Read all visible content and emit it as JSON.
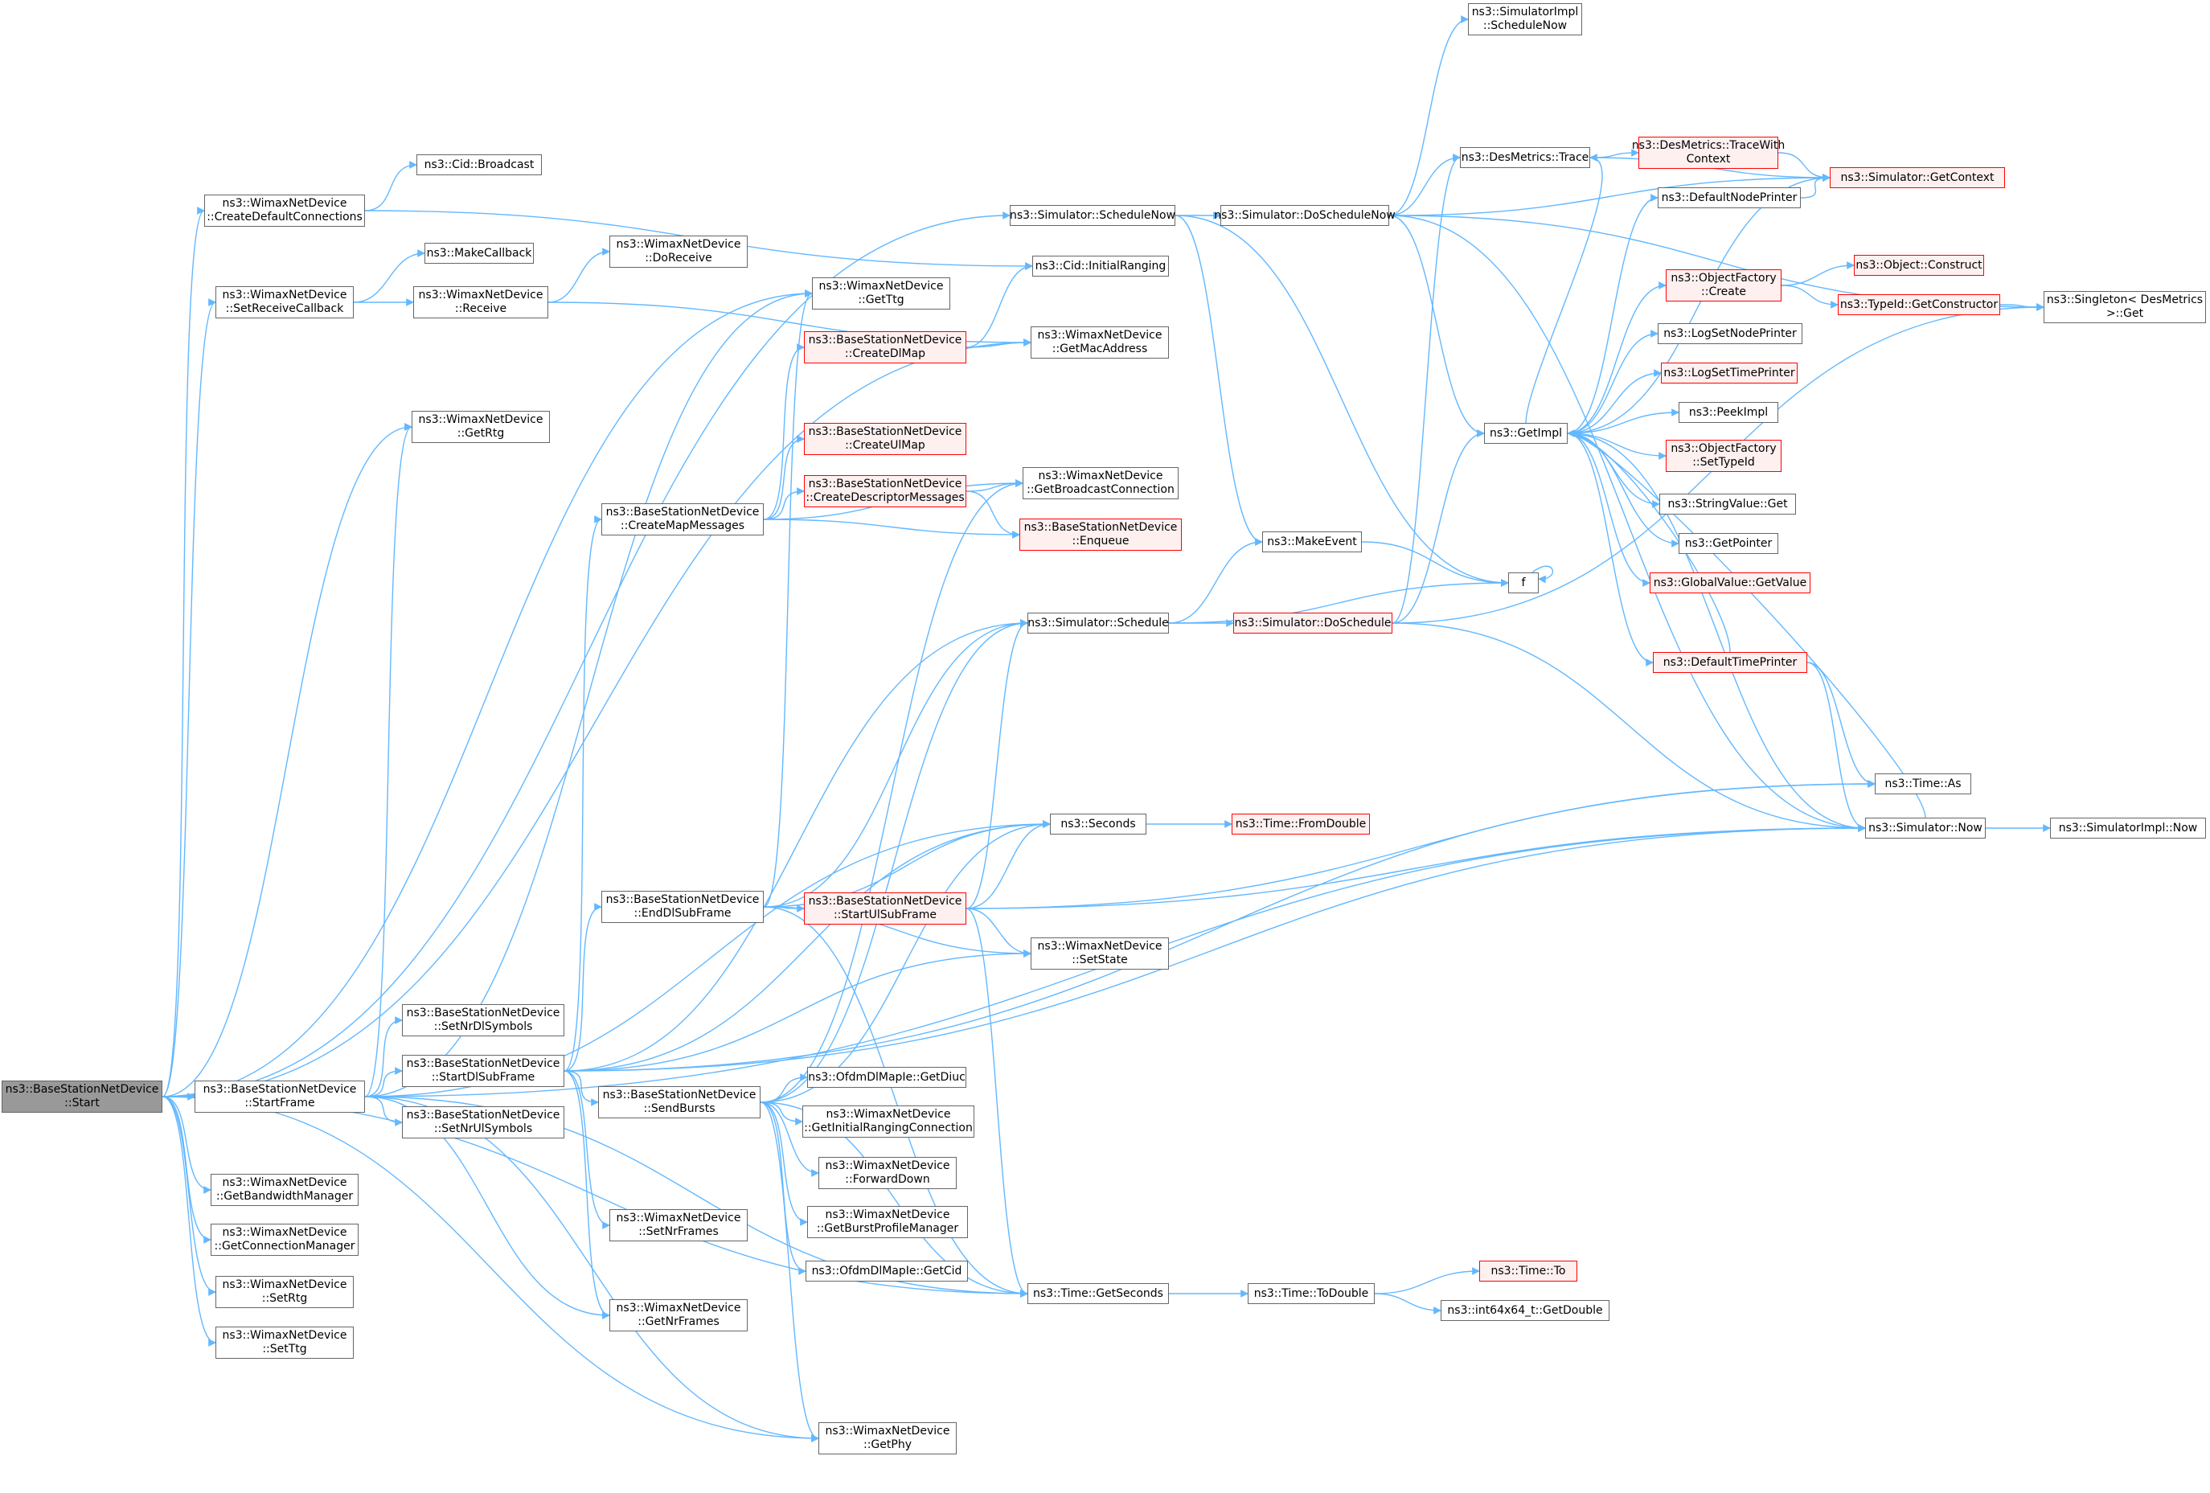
{
  "colors": {
    "edge": "#63b8ff",
    "border": "#666666",
    "red_border": "#ff0000",
    "red_fill": "#fff0f0",
    "root_fill": "#999999"
  },
  "nodes": [
    {
      "id": "start",
      "lines": [
        "ns3::BaseStationNetDevice",
        "::Start"
      ],
      "style": "root"
    },
    {
      "id": "startframe",
      "lines": [
        "ns3::BaseStationNetDevice",
        "::StartFrame"
      ],
      "style": "normal"
    },
    {
      "id": "createdefconn",
      "lines": [
        "ns3::WimaxNetDevice",
        "::CreateDefaultConnections"
      ],
      "style": "normal"
    },
    {
      "id": "setrecvcb",
      "lines": [
        "ns3::WimaxNetDevice",
        "::SetReceiveCallback"
      ],
      "style": "normal"
    },
    {
      "id": "getbwm",
      "lines": [
        "ns3::WimaxNetDevice",
        "::GetBandwidthManager"
      ],
      "style": "normal"
    },
    {
      "id": "getconnm",
      "lines": [
        "ns3::WimaxNetDevice",
        "::GetConnectionManager"
      ],
      "style": "normal"
    },
    {
      "id": "setrtg",
      "lines": [
        "ns3::WimaxNetDevice",
        "::SetRtg"
      ],
      "style": "normal"
    },
    {
      "id": "setttg",
      "lines": [
        "ns3::WimaxNetDevice",
        "::SetTtg"
      ],
      "style": "normal"
    },
    {
      "id": "cidbroadcast",
      "lines": [
        "ns3::Cid::Broadcast"
      ],
      "style": "normal"
    },
    {
      "id": "makecallback",
      "lines": [
        "ns3::MakeCallback"
      ],
      "style": "normal"
    },
    {
      "id": "receive",
      "lines": [
        "ns3::WimaxNetDevice",
        "::Receive"
      ],
      "style": "normal"
    },
    {
      "id": "doreceive",
      "lines": [
        "ns3::WimaxNetDevice",
        "::DoReceive"
      ],
      "style": "normal"
    },
    {
      "id": "getrtg",
      "lines": [
        "ns3::WimaxNetDevice",
        "::GetRtg"
      ],
      "style": "normal"
    },
    {
      "id": "createmapmsgs",
      "lines": [
        "ns3::BaseStationNetDevice",
        "::CreateMapMessages"
      ],
      "style": "normal"
    },
    {
      "id": "enddlsubframe",
      "lines": [
        "ns3::BaseStationNetDevice",
        "::EndDlSubFrame"
      ],
      "style": "normal"
    },
    {
      "id": "setnrdlsym",
      "lines": [
        "ns3::BaseStationNetDevice",
        "::SetNrDlSymbols"
      ],
      "style": "normal"
    },
    {
      "id": "startdlsubframe",
      "lines": [
        "ns3::BaseStationNetDevice",
        "::StartDlSubFrame"
      ],
      "style": "normal"
    },
    {
      "id": "setnrulsym",
      "lines": [
        "ns3::BaseStationNetDevice",
        "::SetNrUlSymbols"
      ],
      "style": "normal"
    },
    {
      "id": "sendbursts",
      "lines": [
        "ns3::BaseStationNetDevice",
        "::SendBursts"
      ],
      "style": "normal"
    },
    {
      "id": "setnrframes",
      "lines": [
        "ns3::WimaxNetDevice",
        "::SetNrFrames"
      ],
      "style": "normal"
    },
    {
      "id": "getnrframes",
      "lines": [
        "ns3::WimaxNetDevice",
        "::GetNrFrames"
      ],
      "style": "normal"
    },
    {
      "id": "getttg",
      "lines": [
        "ns3::WimaxNetDevice",
        "::GetTtg"
      ],
      "style": "normal"
    },
    {
      "id": "createdlmap",
      "lines": [
        "ns3::BaseStationNetDevice",
        "::CreateDlMap"
      ],
      "style": "red"
    },
    {
      "id": "createulmap",
      "lines": [
        "ns3::BaseStationNetDevice",
        "::CreateUlMap"
      ],
      "style": "red"
    },
    {
      "id": "createdescmsgs",
      "lines": [
        "ns3::BaseStationNetDevice",
        "::CreateDescriptorMessages"
      ],
      "style": "red"
    },
    {
      "id": "startulsubframe",
      "lines": [
        "ns3::BaseStationNetDevice",
        "::StartUlSubFrame"
      ],
      "style": "red"
    },
    {
      "id": "getdiuc",
      "lines": [
        "ns3::OfdmDlMapIe::GetDiuc"
      ],
      "style": "normal"
    },
    {
      "id": "getinitrangconn",
      "lines": [
        "ns3::WimaxNetDevice",
        "::GetInitialRangingConnection"
      ],
      "style": "normal"
    },
    {
      "id": "forwarddown",
      "lines": [
        "ns3::WimaxNetDevice",
        "::ForwardDown"
      ],
      "style": "normal"
    },
    {
      "id": "getburstprof",
      "lines": [
        "ns3::WimaxNetDevice",
        "::GetBurstProfileManager"
      ],
      "style": "normal"
    },
    {
      "id": "getcid",
      "lines": [
        "ns3::OfdmDlMapIe::GetCid"
      ],
      "style": "normal"
    },
    {
      "id": "getphy",
      "lines": [
        "ns3::WimaxNetDevice",
        "::GetPhy"
      ],
      "style": "normal"
    },
    {
      "id": "schedulenow",
      "lines": [
        "ns3::Simulator::ScheduleNow"
      ],
      "style": "normal"
    },
    {
      "id": "cidinitranging",
      "lines": [
        "ns3::Cid::InitialRanging"
      ],
      "style": "normal"
    },
    {
      "id": "getmacaddr",
      "lines": [
        "ns3::WimaxNetDevice",
        "::GetMacAddress"
      ],
      "style": "normal"
    },
    {
      "id": "getbcastconn",
      "lines": [
        "ns3::WimaxNetDevice",
        "::GetBroadcastConnection"
      ],
      "style": "normal"
    },
    {
      "id": "enqueue",
      "lines": [
        "ns3::BaseStationNetDevice",
        "::Enqueue"
      ],
      "style": "red"
    },
    {
      "id": "schedule",
      "lines": [
        "ns3::Simulator::Schedule"
      ],
      "style": "normal"
    },
    {
      "id": "seconds",
      "lines": [
        "ns3::Seconds"
      ],
      "style": "normal"
    },
    {
      "id": "setstate",
      "lines": [
        "ns3::WimaxNetDevice",
        "::SetState"
      ],
      "style": "normal"
    },
    {
      "id": "getseconds",
      "lines": [
        "ns3::Time::GetSeconds"
      ],
      "style": "normal"
    },
    {
      "id": "doschedulenow",
      "lines": [
        "ns3::Simulator::DoScheduleNow"
      ],
      "style": "normal"
    },
    {
      "id": "makeevent",
      "lines": [
        "ns3::MakeEvent"
      ],
      "style": "normal"
    },
    {
      "id": "f",
      "lines": [
        "f"
      ],
      "style": "normal"
    },
    {
      "id": "doschedule",
      "lines": [
        "ns3::Simulator::DoSchedule"
      ],
      "style": "red"
    },
    {
      "id": "fromdouble",
      "lines": [
        "ns3::Time::FromDouble"
      ],
      "style": "red"
    },
    {
      "id": "todouble",
      "lines": [
        "ns3::Time::ToDouble"
      ],
      "style": "normal"
    },
    {
      "id": "simimplschednow",
      "lines": [
        "ns3::SimulatorImpl",
        "::ScheduleNow"
      ],
      "style": "normal"
    },
    {
      "id": "desmetricstrace",
      "lines": [
        "ns3::DesMetrics::Trace"
      ],
      "style": "normal"
    },
    {
      "id": "getimpl",
      "lines": [
        "ns3::GetImpl"
      ],
      "style": "normal"
    },
    {
      "id": "traceswithctx",
      "lines": [
        "ns3::DesMetrics::TraceWith",
        "Context"
      ],
      "style": "red"
    },
    {
      "id": "defnodeprinter",
      "lines": [
        "ns3::DefaultNodePrinter"
      ],
      "style": "normal"
    },
    {
      "id": "objfactcreate",
      "lines": [
        "ns3::ObjectFactory",
        "::Create"
      ],
      "style": "red"
    },
    {
      "id": "logsetnodeprinter",
      "lines": [
        "ns3::LogSetNodePrinter"
      ],
      "style": "normal"
    },
    {
      "id": "logsettimeprinter",
      "lines": [
        "ns3::LogSetTimePrinter"
      ],
      "style": "red"
    },
    {
      "id": "peekimpl",
      "lines": [
        "ns3::PeekImpl"
      ],
      "style": "normal"
    },
    {
      "id": "objfactsettypeid",
      "lines": [
        "ns3::ObjectFactory",
        "::SetTypeId"
      ],
      "style": "red"
    },
    {
      "id": "stringvalueget",
      "lines": [
        "ns3::StringValue::Get"
      ],
      "style": "normal"
    },
    {
      "id": "getpointer",
      "lines": [
        "ns3::GetPointer"
      ],
      "style": "normal"
    },
    {
      "id": "globalvaluegetvalue",
      "lines": [
        "ns3::GlobalValue::GetValue"
      ],
      "style": "red"
    },
    {
      "id": "deftimeprinter",
      "lines": [
        "ns3::DefaultTimePrinter"
      ],
      "style": "red"
    },
    {
      "id": "timeto",
      "lines": [
        "ns3::Time::To"
      ],
      "style": "red"
    },
    {
      "id": "int64getdouble",
      "lines": [
        "ns3::int64x64_t::GetDouble"
      ],
      "style": "normal"
    },
    {
      "id": "simgetcontext",
      "lines": [
        "ns3::Simulator::GetContext"
      ],
      "style": "red"
    },
    {
      "id": "objconstruct",
      "lines": [
        "ns3::Object::Construct"
      ],
      "style": "red"
    },
    {
      "id": "typeidgetconstructor",
      "lines": [
        "ns3::TypeId::GetConstructor"
      ],
      "style": "red"
    },
    {
      "id": "singletonget",
      "lines": [
        "ns3::Singleton< DesMetrics",
        ">::Get"
      ],
      "style": "normal"
    },
    {
      "id": "timeas",
      "lines": [
        "ns3::Time::As"
      ],
      "style": "normal"
    },
    {
      "id": "simnow",
      "lines": [
        "ns3::Simulator::Now"
      ],
      "style": "normal"
    },
    {
      "id": "simimplnow",
      "lines": [
        "ns3::SimulatorImpl::Now"
      ],
      "style": "normal"
    }
  ],
  "edges": [
    [
      "start",
      "startframe"
    ],
    [
      "start",
      "createdefconn"
    ],
    [
      "start",
      "setrecvcb"
    ],
    [
      "start",
      "getbwm"
    ],
    [
      "start",
      "getconnm"
    ],
    [
      "start",
      "setrtg"
    ],
    [
      "start",
      "setttg"
    ],
    [
      "start",
      "schedulenow"
    ],
    [
      "start",
      "getttg"
    ],
    [
      "start",
      "getrtg"
    ],
    [
      "start",
      "getseconds"
    ],
    [
      "start",
      "getphy"
    ],
    [
      "start",
      "getmacaddr"
    ],
    [
      "createdefconn",
      "cidbroadcast"
    ],
    [
      "createdefconn",
      "cidinitranging"
    ],
    [
      "setrecvcb",
      "makecallback"
    ],
    [
      "setrecvcb",
      "receive"
    ],
    [
      "receive",
      "doreceive"
    ],
    [
      "receive",
      "getmacaddr"
    ],
    [
      "startframe",
      "setnrdlsym"
    ],
    [
      "startframe",
      "startdlsubframe"
    ],
    [
      "startframe",
      "setnrulsym"
    ],
    [
      "startframe",
      "getnrframes"
    ],
    [
      "startframe",
      "getrtg"
    ],
    [
      "startframe",
      "getttg"
    ],
    [
      "startframe",
      "getphy"
    ],
    [
      "startframe",
      "seconds"
    ],
    [
      "startframe",
      "simnow"
    ],
    [
      "startframe",
      "getseconds"
    ],
    [
      "startdlsubframe",
      "createmapmsgs"
    ],
    [
      "startdlsubframe",
      "enddlsubframe"
    ],
    [
      "startdlsubframe",
      "sendbursts"
    ],
    [
      "startdlsubframe",
      "setnrframes"
    ],
    [
      "startdlsubframe",
      "getnrframes"
    ],
    [
      "startdlsubframe",
      "schedule"
    ],
    [
      "startdlsubframe",
      "seconds"
    ],
    [
      "startdlsubframe",
      "setstate"
    ],
    [
      "startdlsubframe",
      "timeas"
    ],
    [
      "startdlsubframe",
      "simnow"
    ],
    [
      "createmapmsgs",
      "createdlmap"
    ],
    [
      "createmapmsgs",
      "createulmap"
    ],
    [
      "createmapmsgs",
      "createdescmsgs"
    ],
    [
      "createmapmsgs",
      "getbcastconn"
    ],
    [
      "createmapmsgs",
      "enqueue"
    ],
    [
      "createdlmap",
      "cidinitranging"
    ],
    [
      "createdlmap",
      "getmacaddr"
    ],
    [
      "createdescmsgs",
      "getbcastconn"
    ],
    [
      "createdescmsgs",
      "enqueue"
    ],
    [
      "enddlsubframe",
      "startulsubframe"
    ],
    [
      "enddlsubframe",
      "schedule"
    ],
    [
      "enddlsubframe",
      "seconds"
    ],
    [
      "enddlsubframe",
      "setstate"
    ],
    [
      "enddlsubframe",
      "getseconds"
    ],
    [
      "enddlsubframe",
      "getttg"
    ],
    [
      "sendbursts",
      "getdiuc"
    ],
    [
      "sendbursts",
      "getinitrangconn"
    ],
    [
      "sendbursts",
      "forwarddown"
    ],
    [
      "sendbursts",
      "getburstprof"
    ],
    [
      "sendbursts",
      "getcid"
    ],
    [
      "sendbursts",
      "getphy"
    ],
    [
      "sendbursts",
      "getbcastconn"
    ],
    [
      "sendbursts",
      "schedule"
    ],
    [
      "sendbursts",
      "seconds"
    ],
    [
      "sendbursts",
      "getseconds"
    ],
    [
      "startulsubframe",
      "schedule"
    ],
    [
      "startulsubframe",
      "seconds"
    ],
    [
      "startulsubframe",
      "setstate"
    ],
    [
      "startulsubframe",
      "getseconds"
    ],
    [
      "startulsubframe",
      "simnow"
    ],
    [
      "startulsubframe",
      "timeas"
    ],
    [
      "schedulenow",
      "doschedulenow"
    ],
    [
      "schedulenow",
      "makeevent"
    ],
    [
      "schedulenow",
      "f"
    ],
    [
      "schedule",
      "doschedule"
    ],
    [
      "schedule",
      "makeevent"
    ],
    [
      "schedule",
      "f"
    ],
    [
      "makeevent",
      "f"
    ],
    [
      "f",
      "f"
    ],
    [
      "doschedulenow",
      "simimplschednow"
    ],
    [
      "doschedulenow",
      "desmetricstrace"
    ],
    [
      "doschedulenow",
      "getimpl"
    ],
    [
      "doschedulenow",
      "simgetcontext"
    ],
    [
      "doschedulenow",
      "singletonget"
    ],
    [
      "doschedulenow",
      "simnow"
    ],
    [
      "doschedule",
      "desmetricstrace"
    ],
    [
      "doschedule",
      "getimpl"
    ],
    [
      "doschedule",
      "singletonget"
    ],
    [
      "doschedule",
      "simnow"
    ],
    [
      "desmetricstrace",
      "traceswithctx"
    ],
    [
      "desmetricstrace",
      "simgetcontext"
    ],
    [
      "traceswithctx",
      "simgetcontext"
    ],
    [
      "getimpl",
      "defnodeprinter"
    ],
    [
      "getimpl",
      "objfactcreate"
    ],
    [
      "getimpl",
      "logsetnodeprinter"
    ],
    [
      "getimpl",
      "logsettimeprinter"
    ],
    [
      "getimpl",
      "peekimpl"
    ],
    [
      "getimpl",
      "objfactsettypeid"
    ],
    [
      "getimpl",
      "stringvalueget"
    ],
    [
      "getimpl",
      "getpointer"
    ],
    [
      "getimpl",
      "globalvaluegetvalue"
    ],
    [
      "getimpl",
      "deftimeprinter"
    ],
    [
      "getimpl",
      "simgetcontext"
    ],
    [
      "getimpl",
      "simnow"
    ],
    [
      "getimpl",
      "desmetricstrace"
    ],
    [
      "defnodeprinter",
      "simgetcontext"
    ],
    [
      "objfactcreate",
      "objconstruct"
    ],
    [
      "objfactcreate",
      "typeidgetconstructor"
    ],
    [
      "typeidgetconstructor",
      "singletonget"
    ],
    [
      "deftimeprinter",
      "timeas"
    ],
    [
      "deftimeprinter",
      "simnow"
    ],
    [
      "deftimeprinter",
      "getimpl"
    ],
    [
      "simnow",
      "getimpl"
    ],
    [
      "simnow",
      "simimplnow"
    ],
    [
      "seconds",
      "fromdouble"
    ],
    [
      "getseconds",
      "todouble"
    ],
    [
      "todouble",
      "timeto"
    ],
    [
      "todouble",
      "int64getdouble"
    ]
  ]
}
